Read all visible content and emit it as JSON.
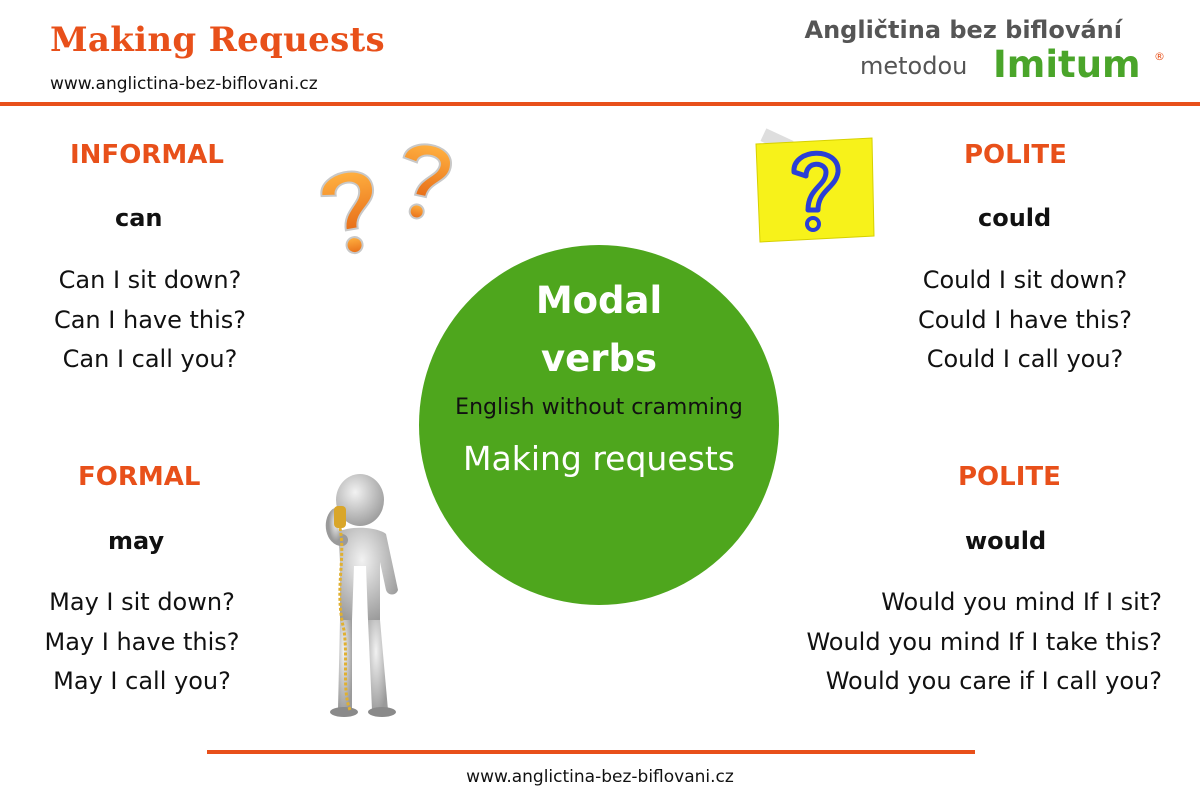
{
  "header": {
    "title": "Making Requests",
    "url": "www.anglictina-bez-biflovani.cz",
    "brand_line1": "Angličtina bez biflování",
    "brand_line2_prefix": "metodou",
    "brand_name": "Imitum",
    "registered_mark": "®"
  },
  "informal": {
    "heading": "INFORMAL",
    "modal": "can",
    "examples": [
      "Can I sit down?",
      "Can I have this?",
      "Can I call you?"
    ]
  },
  "polite_could": {
    "heading": "POLITE",
    "modal": "could",
    "examples": [
      "Could I sit down?",
      "Could I have this?",
      "Could I call you?"
    ]
  },
  "formal": {
    "heading": "FORMAL",
    "modal": "may",
    "examples": [
      "May I sit down?",
      "May I have this?",
      "May I call you?"
    ]
  },
  "polite_would": {
    "heading": "POLITE",
    "modal": "would",
    "examples": [
      "Would you mind If I sit?",
      "Would you mind If I take this?",
      "Would you care if I call you?"
    ]
  },
  "center": {
    "line1": "Modal",
    "line2": "verbs",
    "line3": "English without cramming",
    "line4": "Making requests"
  },
  "footer": {
    "url": "www.anglictina-bez-biflovani.cz"
  },
  "colors": {
    "accent": "#e8501a",
    "brand_green": "#4aa52a",
    "circle": "#4ea61d",
    "sticky_note": "#f7f21a",
    "question_blue": "#2a3fd6"
  },
  "icons": [
    "question-marks-icon",
    "sticky-note-question-icon",
    "person-on-phone-icon"
  ]
}
